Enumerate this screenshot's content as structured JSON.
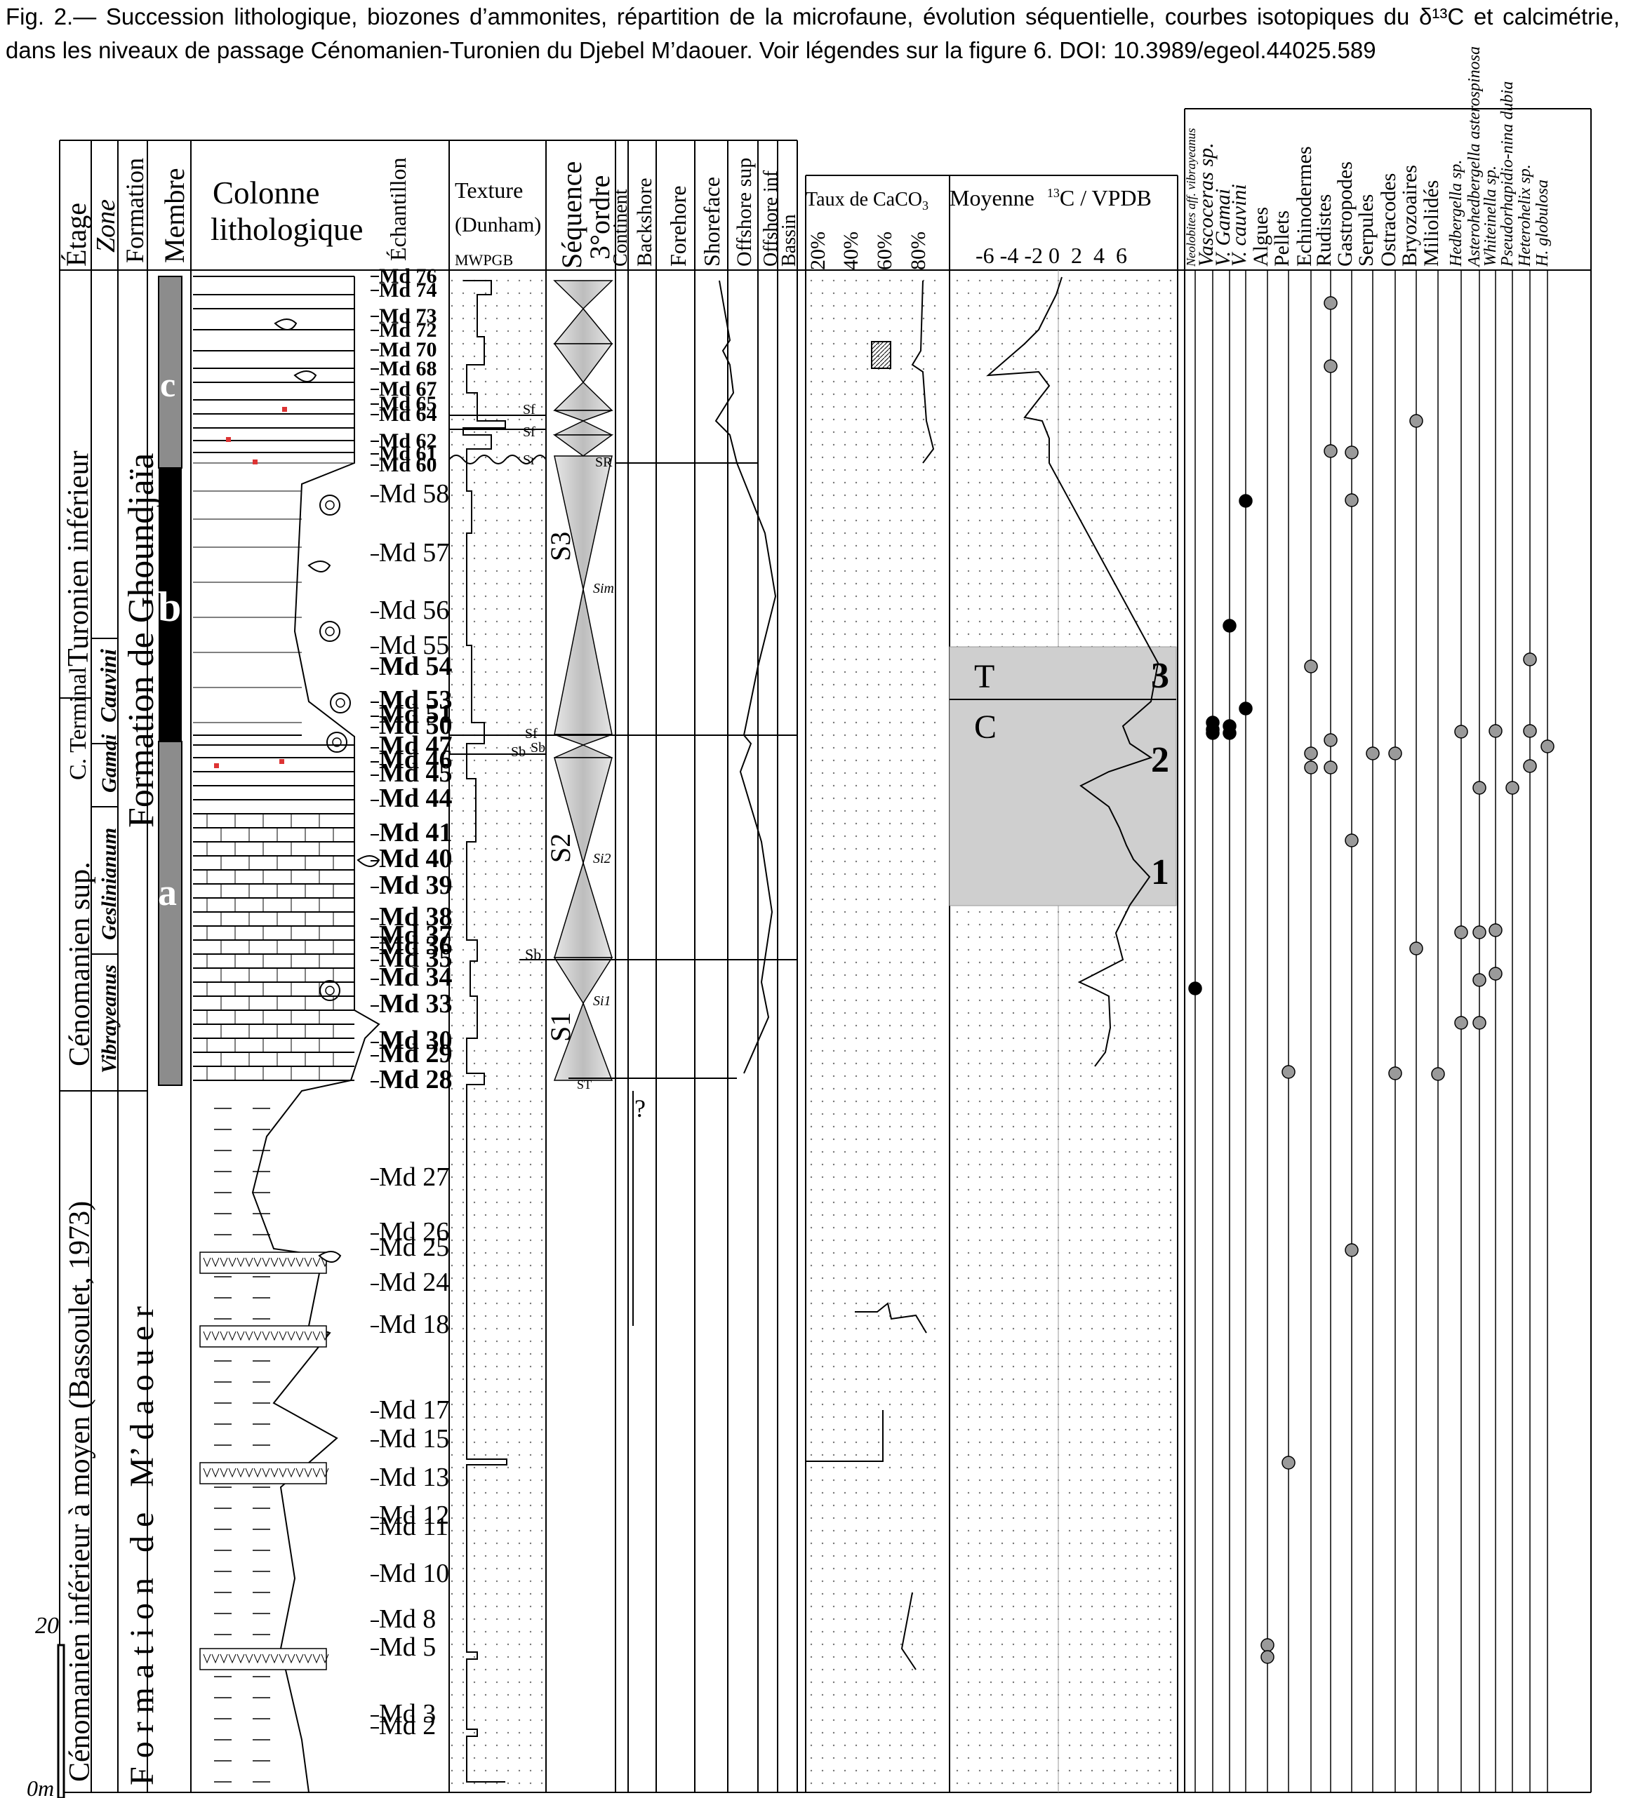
{
  "caption": {
    "fig_label": "Fig. 2.—",
    "text": "Succession lithologique, biozones d’ammonites, répartition de la microfaune, évolution séquentielle, courbes isotopiques du δ¹³C et calcimétrie, dans les niveaux de passage Cénomanien-Turonien du Djebel M’daouer. Voir légendes sur la figure 6. DOI: 10.3989/egeol.44025.589"
  },
  "headers": {
    "etage": "Étage",
    "zone": "Zone",
    "formation": "Formation",
    "membre": "Membre",
    "colonne_1": "Colonne",
    "colonne_2": "lithologique",
    "echantillon": "Échantillon",
    "texture_1": "Texture",
    "texture_2": "(Dunham)",
    "texture_3": "MWPGB",
    "sequence_1": "Séquence",
    "sequence_2": "3°ordre",
    "env": [
      "Continent",
      "Backshore",
      "Forehore",
      "Shoreface",
      "Offshore sup",
      "Offshore inf",
      "Bassin"
    ],
    "caco3": "Taux de CaCO",
    "caco3_sub": "3",
    "caco3_ticks": [
      "20%",
      "40%",
      "60%",
      "80%"
    ],
    "isotope": "Moyenne",
    "isotope_sup": "13",
    "isotope_rest": "C / VPDB",
    "isotope_ticks": "-6 -4 -2 0  2  4  6",
    "taxa": [
      "Neolobites aff. vibrayeanus",
      "Vascoceras sp.",
      "V. Gamai",
      "V. cauvini",
      "Algues",
      "Pellets",
      "Echinodermes",
      "Rudistes",
      "Gastropodes",
      "Serpules",
      "Ostracodes",
      "Bryozoaires",
      "Miliolidés",
      "Hedbergella sp.",
      "Asterohedbergella asterospinosa",
      "Whiteinella sp.",
      "Pseudorhapidio-nina dubia",
      "Heterohelix sp.",
      "H. globulosa"
    ]
  },
  "stages": {
    "turonien": "Turonien inférieur",
    "c_terminal": "C. Terminal",
    "cenomanien_sup": "Cénomanien sup.",
    "cenomanien_inf": "Cénomanien inférieur à moyen (Bassoulet, 1973)"
  },
  "zones": {
    "cauvini": "Cauvini",
    "gamai": "Gamai",
    "geslinianum": "Geslinianum",
    "vibrayeanus": "Vibrayeanus"
  },
  "formations": {
    "ghoundjaia": "Formation de Ghoundjaïa",
    "mdaouer": "F o r m a t i o n   d e   M’ d a o u e r"
  },
  "members": {
    "a": "a",
    "b": "b",
    "c": "c"
  },
  "scale": {
    "m20": "20",
    "m0": "0m"
  },
  "samples": [
    {
      "label": "Md 76",
      "bold": true
    },
    {
      "label": "Md 74",
      "bold": true
    },
    {
      "label": "Md 73",
      "bold": true
    },
    {
      "label": "Md 72",
      "bold": true
    },
    {
      "label": "Md 70",
      "bold": true
    },
    {
      "label": "Md 68",
      "bold": true
    },
    {
      "label": "Md 67",
      "bold": true
    },
    {
      "label": "Md 65",
      "bold": true
    },
    {
      "label": "Md 64",
      "bold": true
    },
    {
      "label": "Md 62",
      "bold": true
    },
    {
      "label": "Md 61",
      "bold": true
    },
    {
      "label": "Md 60",
      "bold": true
    },
    {
      "label": "Md 58",
      "bold": false
    },
    {
      "label": "Md 57",
      "bold": false
    },
    {
      "label": "Md 56",
      "bold": false
    },
    {
      "label": "Md 55",
      "bold": false
    },
    {
      "label": "Md 54",
      "bold": true
    },
    {
      "label": "Md 53",
      "bold": true
    },
    {
      "label": "Md 51",
      "bold": true
    },
    {
      "label": "Md 50",
      "bold": true
    },
    {
      "label": "Md 47",
      "bold": true
    },
    {
      "label": "Md 46",
      "bold": true
    },
    {
      "label": "Md 45",
      "bold": true
    },
    {
      "label": "Md 44",
      "bold": true
    },
    {
      "label": "Md 41",
      "bold": true
    },
    {
      "label": "Md 40",
      "bold": true
    },
    {
      "label": "Md 39",
      "bold": true
    },
    {
      "label": "Md 38",
      "bold": true
    },
    {
      "label": "Md 37",
      "bold": true
    },
    {
      "label": "Md 36",
      "bold": true
    },
    {
      "label": "Md 35",
      "bold": true
    },
    {
      "label": "Md 34",
      "bold": true
    },
    {
      "label": "Md 33",
      "bold": true
    },
    {
      "label": "Md 30",
      "bold": true
    },
    {
      "label": "Md 29",
      "bold": true
    },
    {
      "label": "Md 28",
      "bold": true
    },
    {
      "label": "Md 27",
      "bold": false
    },
    {
      "label": "Md 26",
      "bold": false
    },
    {
      "label": "Md 25",
      "bold": false
    },
    {
      "label": "Md 24",
      "bold": false
    },
    {
      "label": "Md 18",
      "bold": false
    },
    {
      "label": "Md 17",
      "bold": false
    },
    {
      "label": "Md 15",
      "bold": false
    },
    {
      "label": "Md 13",
      "bold": false
    },
    {
      "label": "Md 12",
      "bold": false
    },
    {
      "label": "Md 11",
      "bold": false
    },
    {
      "label": "Md 10",
      "bold": false
    },
    {
      "label": "Md 8",
      "bold": false
    },
    {
      "label": "Md 5",
      "bold": false
    },
    {
      "label": "Md 3",
      "bold": false
    },
    {
      "label": "Md 2",
      "bold": false
    }
  ],
  "surfaces": [
    "Sf",
    "Sf",
    "Sr",
    "Sf",
    "Sb",
    "Sb",
    "Sb",
    "ST"
  ],
  "sequences": [
    "S3",
    "S2",
    "S1"
  ],
  "seq_markers": [
    "SR",
    "Sim",
    "Si2",
    "Si1"
  ],
  "question": "?",
  "isotope_box": {
    "t": "T",
    "c": "C",
    "peaks": [
      "3",
      "2",
      "1"
    ]
  }
}
